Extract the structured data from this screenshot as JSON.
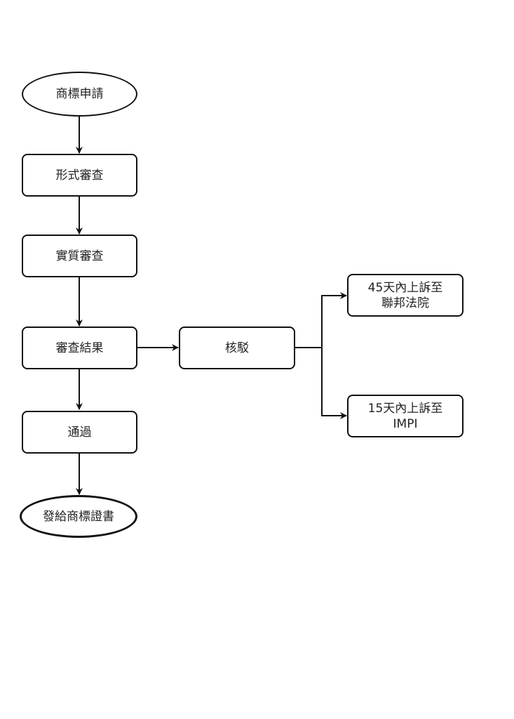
{
  "diagram": {
    "type": "flowchart",
    "nodes": [
      {
        "id": "apply",
        "label": "商標申請",
        "shape": "ellipse"
      },
      {
        "id": "formal",
        "label": "形式審查",
        "shape": "rounded-rect"
      },
      {
        "id": "substantive",
        "label": "實質審查",
        "shape": "rounded-rect"
      },
      {
        "id": "result",
        "label": "審查結果",
        "shape": "rounded-rect"
      },
      {
        "id": "reject",
        "label": "核駁",
        "shape": "rounded-rect"
      },
      {
        "id": "appeal45",
        "label": "45天內上訴至\n聯邦法院",
        "shape": "rounded-rect"
      },
      {
        "id": "appeal15",
        "label": "15天內上訴至\nIMPI",
        "shape": "rounded-rect"
      },
      {
        "id": "pass",
        "label": "通過",
        "shape": "rounded-rect"
      },
      {
        "id": "certificate",
        "label": "發給商標證書",
        "shape": "ellipse"
      }
    ],
    "edges": [
      {
        "from": "apply",
        "to": "formal"
      },
      {
        "from": "formal",
        "to": "substantive"
      },
      {
        "from": "substantive",
        "to": "result"
      },
      {
        "from": "result",
        "to": "reject"
      },
      {
        "from": "result",
        "to": "pass"
      },
      {
        "from": "reject",
        "to": "appeal45"
      },
      {
        "from": "reject",
        "to": "appeal15"
      },
      {
        "from": "pass",
        "to": "certificate"
      }
    ]
  }
}
